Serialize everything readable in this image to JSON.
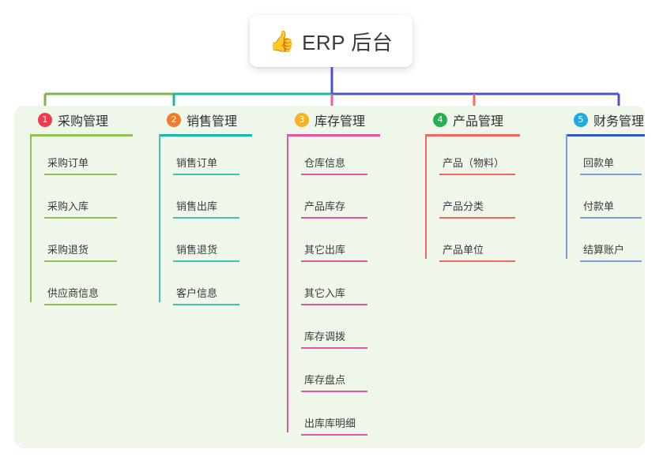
{
  "root": {
    "icon": "thumbs-up-icon",
    "emoji": "👍",
    "title": "ERP 后台"
  },
  "panel": {
    "background_color": "#eef7ea"
  },
  "connector_colors": {
    "trunk": "#4a54c4",
    "bus_left": "#7ab648",
    "bus_mid": "#17b8a6",
    "bus_right": "#4a54c4",
    "drop_1": "#7ab648",
    "drop_2": "#17b8a6",
    "drop_3": "#ef5fa0",
    "drop_4": "#f4685f",
    "drop_5": "#4a54c4"
  },
  "columns": [
    {
      "index": "1",
      "title": "采购管理",
      "badge_color": "#ef3b4e",
      "line_color": "#8ec14f",
      "rule_color": "#8ec14f",
      "items": [
        "采购订单",
        "采购入库",
        "采购退货",
        "供应商信息"
      ]
    },
    {
      "index": "2",
      "title": "销售管理",
      "badge_color": "#f07c2c",
      "line_color": "#3ec2b4",
      "rule_color": "#17b8a6",
      "items": [
        "销售订单",
        "销售出库",
        "销售退货",
        "客户信息"
      ]
    },
    {
      "index": "3",
      "title": "库存管理",
      "badge_color": "#f5b321",
      "line_color": "#e8539e",
      "rule_color": "#e8539e",
      "items": [
        "仓库信息",
        "产品库存",
        "其它出库",
        "其它入库",
        "库存调拨",
        "库存盘点",
        "出库库明细"
      ]
    },
    {
      "index": "4",
      "title": "产品管理",
      "badge_color": "#22b14c",
      "line_color": "#f4685f",
      "rule_color": "#f4685f",
      "items": [
        "产品（物料）",
        "产品分类",
        "产品单位"
      ]
    },
    {
      "index": "5",
      "title": "财务管理",
      "badge_color": "#1fabe0",
      "line_color": "#7b9ede",
      "rule_color": "#2f58c4",
      "items": [
        "回款单",
        "付款单",
        "结算账户"
      ]
    }
  ]
}
